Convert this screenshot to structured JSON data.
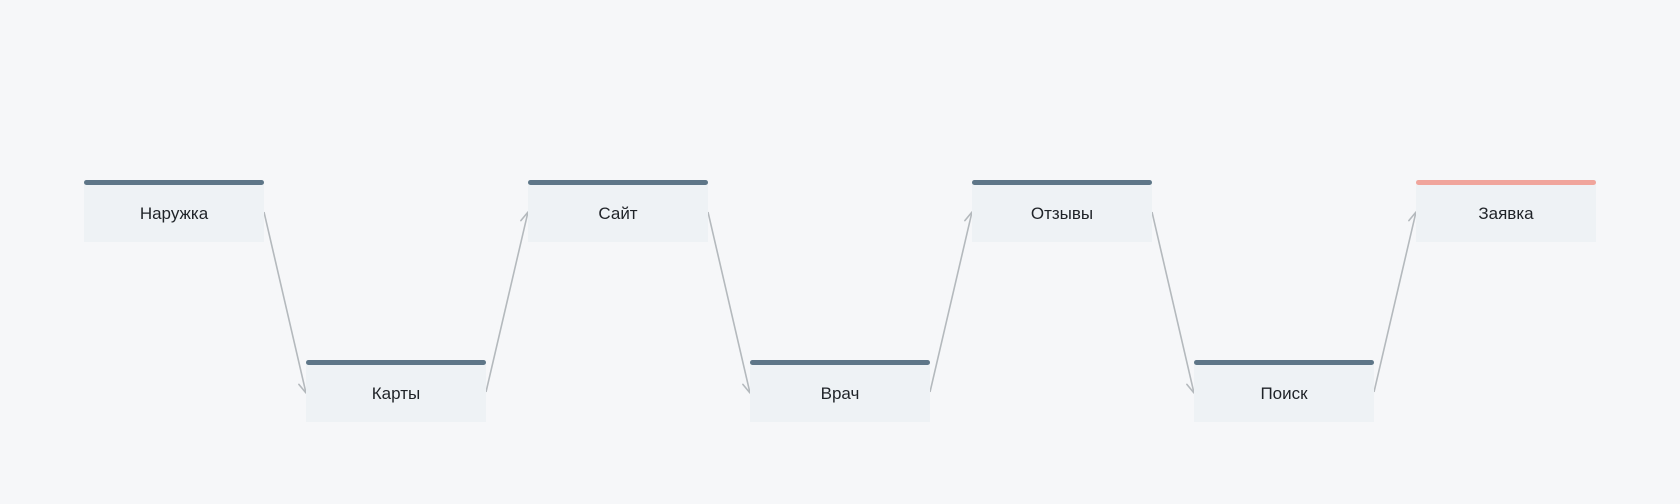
{
  "diagram": {
    "colors": {
      "background": "#f6f7f9",
      "node_fill": "#eef2f5",
      "node_bar": "#5e7688",
      "final_bar": "#f0a59c",
      "arrow": "#b4b9bd",
      "text": "#1f2328"
    },
    "nodes": [
      {
        "id": "n1",
        "label": "Наружка",
        "accent": "default"
      },
      {
        "id": "n2",
        "label": "Карты",
        "accent": "default"
      },
      {
        "id": "n3",
        "label": "Сайт",
        "accent": "default"
      },
      {
        "id": "n4",
        "label": "Врач",
        "accent": "default"
      },
      {
        "id": "n5",
        "label": "Отзывы",
        "accent": "default"
      },
      {
        "id": "n6",
        "label": "Поиск",
        "accent": "default"
      },
      {
        "id": "n7",
        "label": "Заявка",
        "accent": "final"
      }
    ],
    "edges": [
      {
        "from": "n1",
        "to": "n2"
      },
      {
        "from": "n2",
        "to": "n3"
      },
      {
        "from": "n3",
        "to": "n4"
      },
      {
        "from": "n4",
        "to": "n5"
      },
      {
        "from": "n5",
        "to": "n6"
      },
      {
        "from": "n6",
        "to": "n7"
      }
    ]
  }
}
